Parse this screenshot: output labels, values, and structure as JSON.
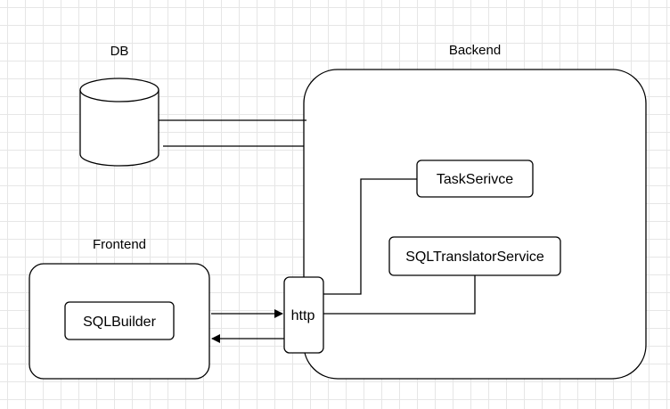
{
  "labels": {
    "db": "DB",
    "backend": "Backend",
    "frontend": "Frontend"
  },
  "nodes": {
    "task_service": "TaskSerivce",
    "sql_translator_service": "SQLTranslatorService",
    "sql_builder": "SQLBuilder",
    "http": "http"
  },
  "colors": {
    "stroke": "#000000",
    "fill": "#ffffff",
    "grid": "#e6e6e6"
  }
}
